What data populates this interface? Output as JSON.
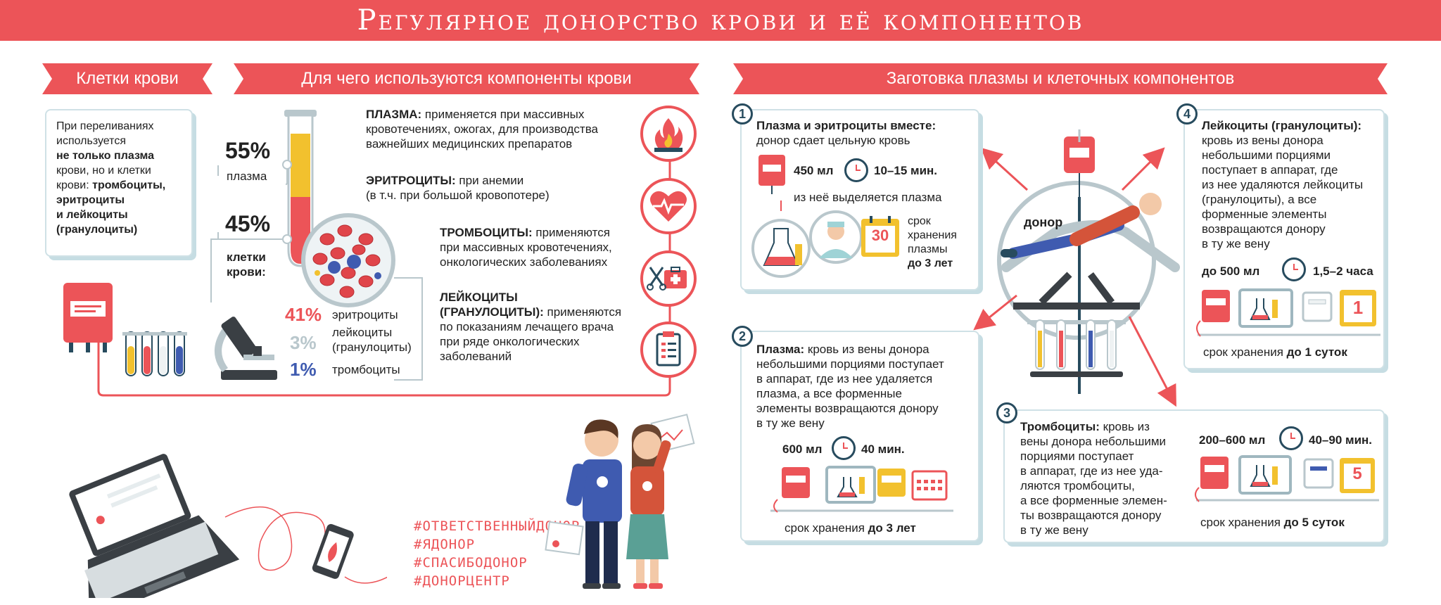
{
  "title": "Регулярное донорство крови и её компонентов",
  "ribbons": {
    "cells": "Клетки крови",
    "usage": "Для чего используются компоненты крови",
    "harvest": "Заготовка плазмы и клеточных компонентов"
  },
  "cells_card": {
    "l1": "При переливаниях",
    "l2": "используется",
    "l3": "не только плазма",
    "l4": "крови, но и клетки",
    "l5a": "крови: ",
    "l5b": "тромбоциты,",
    "l6": "эритроциты",
    "l7": "и лейкоциты",
    "l8": "(гранулоциты)"
  },
  "composition": {
    "plasma_pct": "55%",
    "plasma_label": "плазма",
    "cells_pct": "45%",
    "cells_label1": "клетки",
    "cells_label2": "крови:",
    "ery_pct": "41%",
    "ery_label": "эритроциты",
    "leu_pct": "3%",
    "leu_label1": "лейкоциты",
    "leu_label2": "(гранулоциты)",
    "thr_pct": "1%",
    "thr_label": "тромбоциты"
  },
  "usage": {
    "plasma_head": "ПЛАЗМА:",
    "plasma_t1": " применяется при массивных",
    "plasma_t2": "кровотечениях, ожогах, для производства",
    "plasma_t3": "важнейших медицинских препаратов",
    "ery_head": "ЭРИТРОЦИТЫ:",
    "ery_t1": " при анемии",
    "ery_t2": "(в т.ч. при большой кровопотере)",
    "thr_head": "ТРОМБОЦИТЫ:",
    "thr_t1": " применяются",
    "thr_t2": "при массивных кровотечениях,",
    "thr_t3": "онкологических заболеваниях",
    "leu_head1": "ЛЕЙКОЦИТЫ",
    "leu_head2": "(ГРАНУЛОЦИТЫ):",
    "leu_t1": " применяются",
    "leu_t2": "по показаниям лечащего врача",
    "leu_t3": "при ряде онкологических",
    "leu_t4": "заболеваний"
  },
  "icons": [
    "fire-icon",
    "heart-pulse-icon",
    "first-aid-kit-icon",
    "clipboard-icon"
  ],
  "donor_label": "донор",
  "step1": {
    "num": "1",
    "head": "Плазма и эритроциты вместе:",
    "text": "донор сдает цельную кровь",
    "volume": "450 мл",
    "time": "10–15 мин.",
    "sub": "из неё выделяется плазма",
    "calendar": "30",
    "s1": "срок",
    "s2": "хранения",
    "s3": "плазмы",
    "s4": "до 3 лет"
  },
  "step2": {
    "num": "2",
    "head": "Плазма:",
    "t1": " кровь из вены донора",
    "t2": "небольшими порциями поступает",
    "t3": "в аппарат, где из нее удаляется",
    "t4": "плазма, а все форменные",
    "t5": "элементы возвращаются донору",
    "t6": "в ту же вену",
    "volume": "600 мл",
    "time": "40 мин.",
    "storage": "срок хранения ",
    "storage_b": "до 3 лет"
  },
  "step3": {
    "num": "3",
    "head": "Тромбоциты:",
    "t1": " кровь из",
    "t2": "вены донора небольшими",
    "t3": "порциями поступает",
    "t4": "в аппарат, где из нее уда-",
    "t5": "ляются тромбоциты,",
    "t6": "а все форменные элемен-",
    "t7": "ты возвращаются донору",
    "t8": "в ту же вену",
    "volume": "200–600 мл",
    "time": "40–90 мин.",
    "calendar": "5",
    "storage": "срок хранения ",
    "storage_b": "до 5 суток"
  },
  "step4": {
    "num": "4",
    "head": "Лейкоциты (гранулоциты):",
    "t1": "кровь из вены донора",
    "t2": "небольшими порциями",
    "t3": "поступает в аппарат, где",
    "t4": "из нее удаляются лейкоциты",
    "t5": "(гранулоциты), а все",
    "t6": "форменные элементы",
    "t7": "возвращаются донору",
    "t8": "в ту же вену",
    "volume": "до 500 мл",
    "time": "1,5–2 часа",
    "calendar": "1",
    "storage": "срок хранения ",
    "storage_b": "до 1 суток"
  },
  "hashtags": [
    "#ОТВЕТСТВЕННЫЙДОНОР",
    "#ЯДОНОР",
    "#СПАСИБОДОНОР",
    "#ДОНОРЦЕНТР"
  ],
  "colors": {
    "accent": "#ec5458",
    "navy": "#274b5e",
    "card_shadow": "#c6dde3",
    "plasma": "#f2c12e",
    "grey": "#b9c7cc"
  }
}
